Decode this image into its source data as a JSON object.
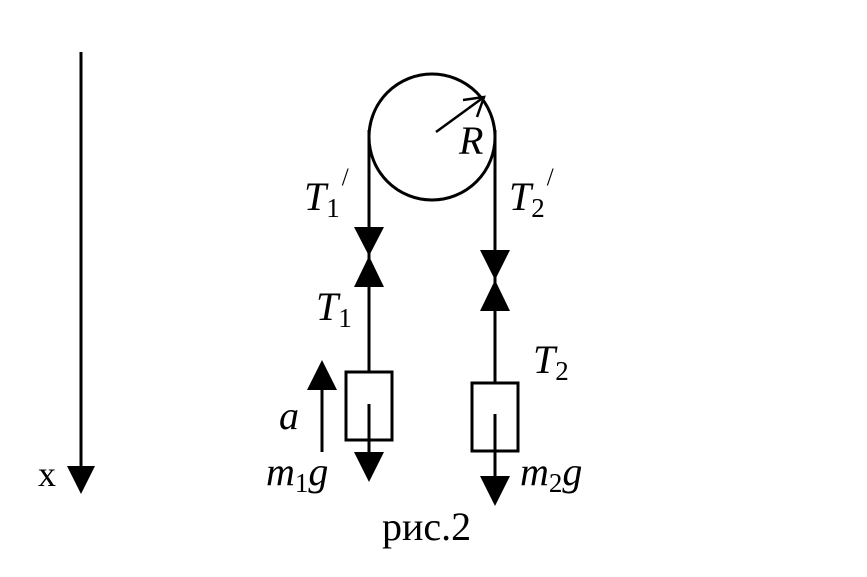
{
  "labels": {
    "x_axis": "x",
    "radius": "R",
    "t1_prime": {
      "base": "T",
      "sub": "1",
      "mark": "/"
    },
    "t2_prime": {
      "base": "T",
      "sub": "2",
      "mark": "/"
    },
    "t1": {
      "base": "T",
      "sub": "1"
    },
    "t2": {
      "base": "T",
      "sub": "2"
    },
    "acceleration": "a",
    "m1g": {
      "base": "m",
      "sub": "1",
      "tail": "g"
    },
    "m2g": {
      "base": "m",
      "sub": "2",
      "tail": "g"
    },
    "caption": "рис.2"
  },
  "colors": {
    "ink": "#000000",
    "background": "#ffffff"
  }
}
